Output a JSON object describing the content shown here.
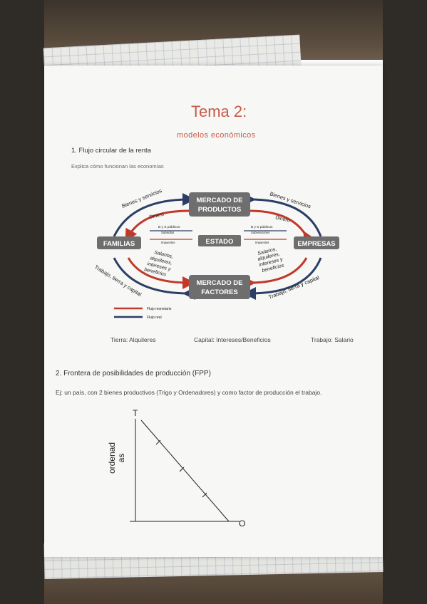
{
  "document": {
    "title": "Tema 2:",
    "subtitle": "modelos económicos",
    "section1": {
      "heading": "1.  Flujo circular de la renta",
      "instruction": "Explica cómo funcionan las economías",
      "diagram": {
        "market_products": [
          "MERCADO DE",
          "PRODUCTOS"
        ],
        "market_factors": [
          "MERCADO DE",
          "FACTORES"
        ],
        "families": "FAMILIAS",
        "companies": "EMPRESAS",
        "state": "ESTADO",
        "goods_left": "Bienes y servicios",
        "goods_right": "Bienes y servicios",
        "money_left": "Dinero",
        "money_right": "Dinero",
        "public_goods_left": "B y S públicos",
        "subsidies_left": "Subsidios",
        "taxes_left": "Impuestos",
        "public_goods_right": "B y S públicos",
        "subsidies_right": "Subvenciones",
        "taxes_right": "Impuestos",
        "income_left": [
          "Salarios,",
          "alquileres,",
          "intereses y",
          "beneficios"
        ],
        "income_right": [
          "Salarios,",
          "alquileres,",
          "intereses y",
          "beneficios"
        ],
        "work_left": "Trabajo, tierra y capital",
        "work_right": "Trabajo, tierra y capital",
        "legend_monetary": "Flujo monetario",
        "legend_real": "Flujo real"
      },
      "labels": {
        "land": "Tierra: Alquileres",
        "capital": "Capital: Intereses/Beneficios",
        "work": "Trabajo: Salario"
      }
    },
    "section2": {
      "heading": "2.  Frontera de posibilidades de producción (FPP)",
      "example": "Ej: un país, con 2 bienes productivos (Trigo y Ordenadores) y como factor de producción el trabajo.",
      "y_axis_letter": "T",
      "x_axis_letter": "O",
      "y_axis_label": [
        "ordenad",
        "as"
      ]
    }
  },
  "colors": {
    "title_red": "#c65b4c",
    "flow_red": "#c0392b",
    "flow_blue": "#2c3e66",
    "box_gray": "#6e6e6e"
  }
}
